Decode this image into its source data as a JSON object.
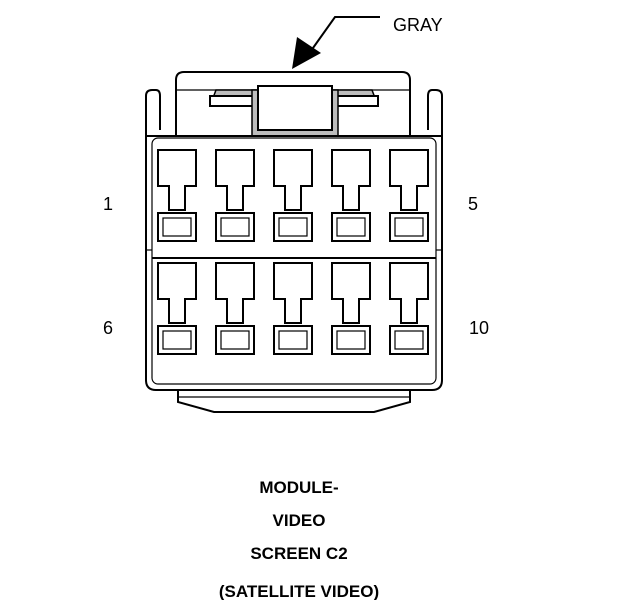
{
  "callout": {
    "color_label": "GRAY"
  },
  "pin_labels": {
    "top_left": "1",
    "top_right": "5",
    "bottom_left": "6",
    "bottom_right": "10"
  },
  "caption": {
    "line1": "MODULE-",
    "line2": "VIDEO",
    "line3": "SCREEN C2",
    "line4": "(SATELLITE VIDEO)"
  }
}
